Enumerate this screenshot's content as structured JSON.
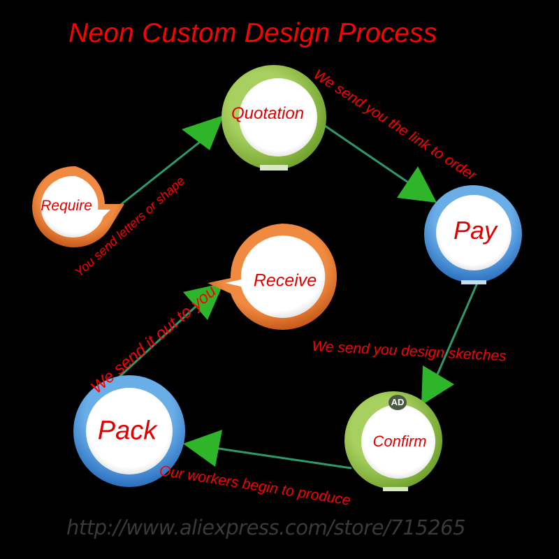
{
  "title": "Neon Custom Design Process",
  "colors": {
    "background": "#000000",
    "text_red": "#ff0000",
    "orange_ring": "#e0702a",
    "green_ring": "#8cbf3f",
    "blue_ring": "#3f8fd6",
    "arrow_line": "#2e9a6a",
    "arrow_head": "#2fb52a",
    "url_gray": "#3a3a3a"
  },
  "nodes": [
    {
      "id": "require",
      "label": "Require",
      "shape": "speech-bubble",
      "color": "orange"
    },
    {
      "id": "quotation",
      "label": "Quotation",
      "shape": "circle",
      "color": "green"
    },
    {
      "id": "pay",
      "label": "Pay",
      "shape": "circle",
      "color": "blue"
    },
    {
      "id": "confirm",
      "label": "Confirm",
      "shape": "circle",
      "color": "green",
      "badge": "AD"
    },
    {
      "id": "pack",
      "label": "Pack",
      "shape": "circle",
      "color": "blue"
    },
    {
      "id": "receive",
      "label": "Receive",
      "shape": "speech-bubble",
      "color": "orange"
    }
  ],
  "edges": [
    {
      "from": "require",
      "to": "quotation",
      "label": "You send letters or shape"
    },
    {
      "from": "quotation",
      "to": "pay",
      "label": "We send you the link to order"
    },
    {
      "from": "pay",
      "to": "confirm",
      "label": "We send you design sketches"
    },
    {
      "from": "confirm",
      "to": "pack",
      "label": "Our workers begin to produce"
    },
    {
      "from": "pack",
      "to": "receive",
      "label": "We send it out to you"
    }
  ],
  "footer_url": "http://www.aliexpress.com/store/715265"
}
